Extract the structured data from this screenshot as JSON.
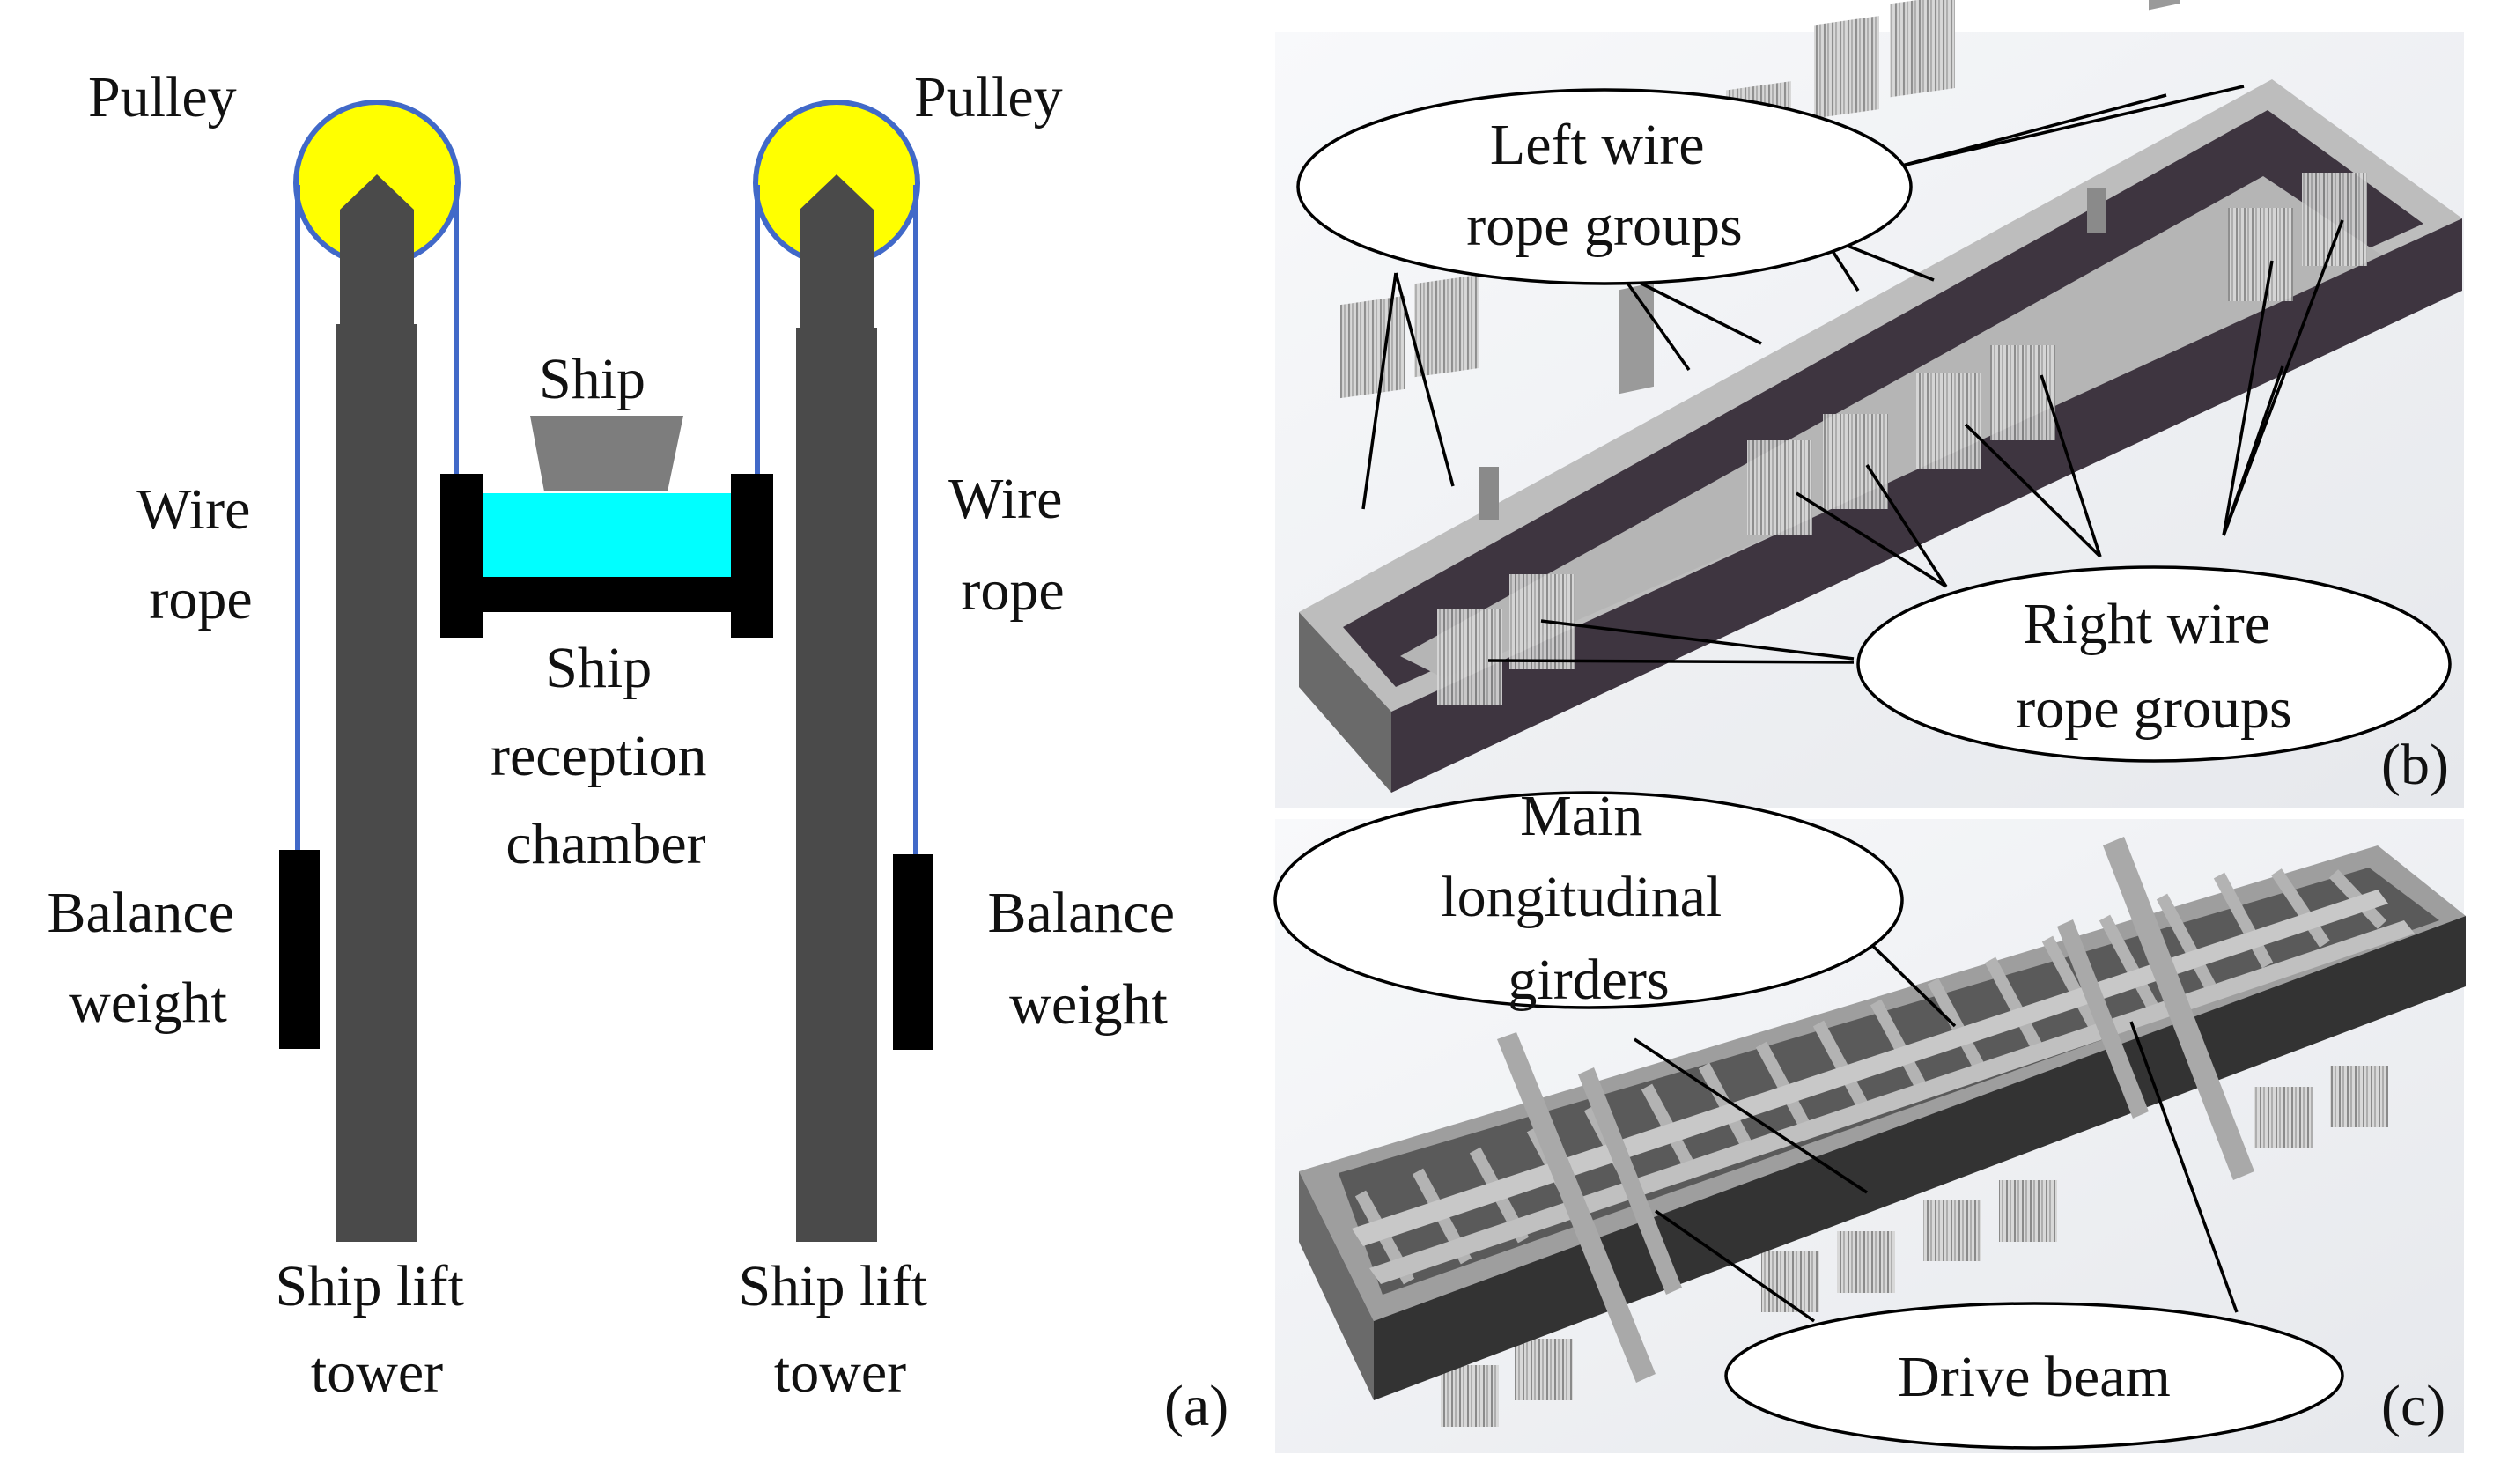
{
  "colors": {
    "tower": "#4a4a4a",
    "tower_edge": "#2b2b2b",
    "pulley": "#ffff00",
    "rope": "#4169c8",
    "water": "#00ffff",
    "chamber": "#000000",
    "ship": "#7d7d7d",
    "weight": "#000000",
    "render_bg": "#eef0f3",
    "beam_light": "#a8a8a8",
    "beam_dark": "#3e3540"
  },
  "panel_a": {
    "pulley_left": "Pulley",
    "pulley_right": "Pulley",
    "ship": "Ship",
    "wire_rope_left": [
      "Wire",
      "rope"
    ],
    "wire_rope_right": [
      "Wire",
      "rope"
    ],
    "chamber": [
      "Ship",
      "reception",
      "chamber"
    ],
    "balance_left": [
      "Balance",
      "weight"
    ],
    "balance_right": [
      "Balance",
      "weight"
    ],
    "tower_left": [
      "Ship lift",
      "tower"
    ],
    "tower_right": [
      "Ship lift",
      "tower"
    ],
    "tag": "(a)"
  },
  "panel_b": {
    "left_groups": [
      "Left wire",
      "rope groups"
    ],
    "right_groups": [
      "Right wire",
      "rope groups"
    ],
    "tag": "(b)"
  },
  "panel_c": {
    "girders": [
      "Main",
      "longitudinal",
      "girders"
    ],
    "drive_beam": "Drive beam",
    "tag": "(c)"
  }
}
